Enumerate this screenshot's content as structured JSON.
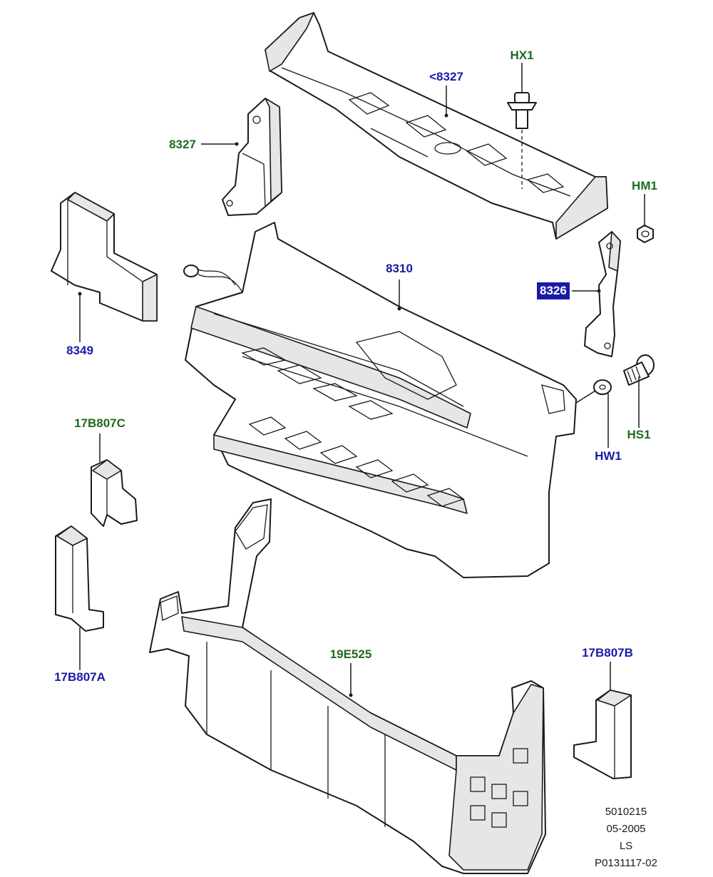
{
  "labels": {
    "hx1": "HX1",
    "c8327_top": "<8327",
    "c8327": "8327",
    "hm1": "HM1",
    "c8326": "8326",
    "c8310": "8310",
    "c8349": "8349",
    "hs1": "HS1",
    "hw1": "HW1",
    "c17b807c": "17B807C",
    "c17b807a": "17B807A",
    "c19e525": "19E525",
    "c17b807b": "17B807B"
  },
  "reference": {
    "line1": "5010215",
    "line2": "05-2005",
    "line3": "LS",
    "line4": "P0131117-02"
  },
  "colors": {
    "label_green": "#1e6b1e",
    "label_blue": "#1a1aa8",
    "selected_highlight": "#1a1aa8"
  }
}
